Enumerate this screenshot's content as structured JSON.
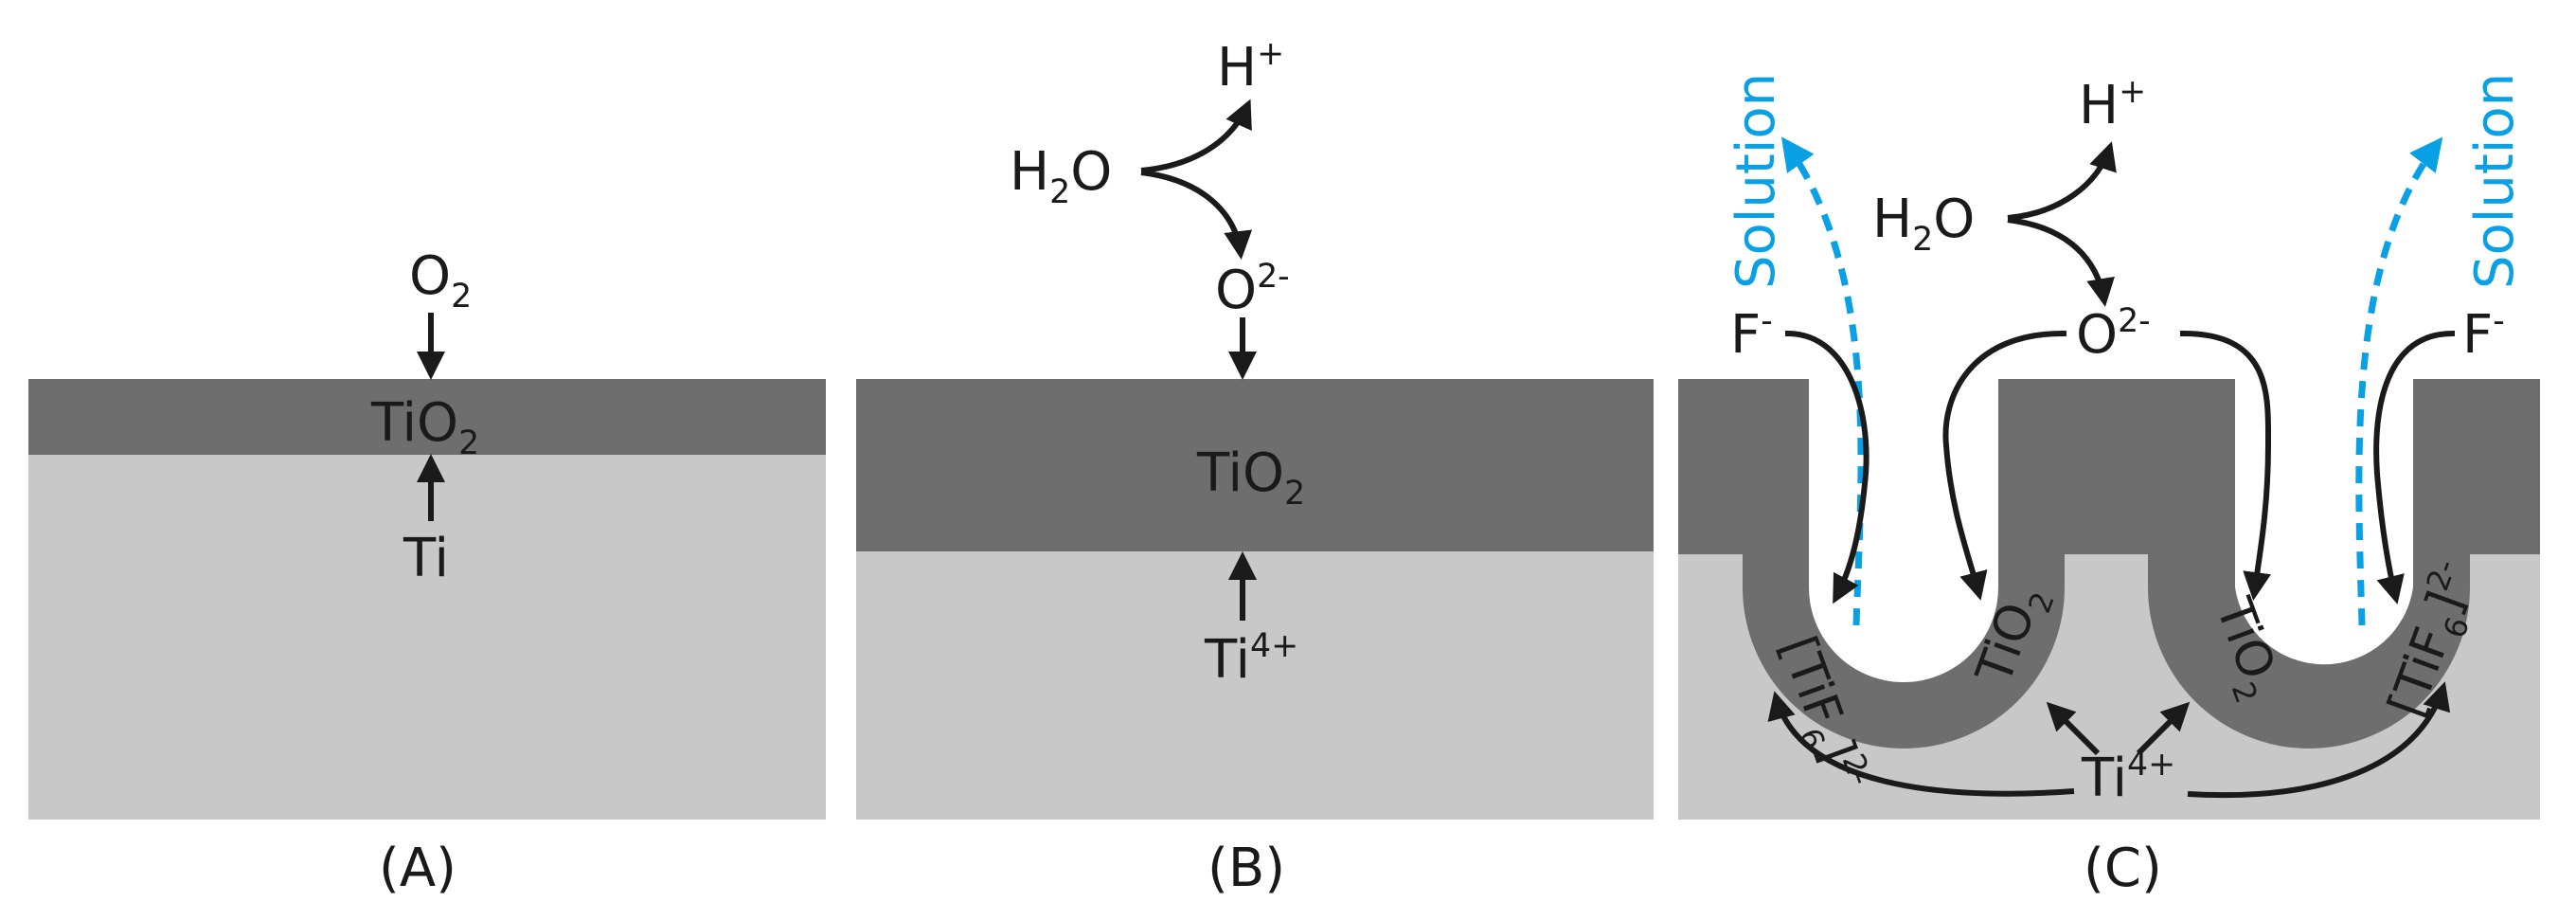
{
  "panels": {
    "a": {
      "caption": "(A)",
      "top": {
        "base": "O",
        "sub": "2"
      },
      "layer": {
        "base": "TiO",
        "sub": "2"
      },
      "bottom": "Ti"
    },
    "b": {
      "caption": "(B)",
      "h_plus": {
        "base": "H",
        "sup": "+"
      },
      "water": {
        "base1": "H",
        "sub": "2",
        "base2": "O"
      },
      "oxide_ion": {
        "base": "O",
        "sup": "2-"
      },
      "layer": {
        "base": "TiO",
        "sub": "2"
      },
      "ti_ion": {
        "base": "Ti",
        "sup": "4+"
      }
    },
    "c": {
      "caption": "(C)",
      "solution_left": "Solution",
      "solution_right": "Solution",
      "h_plus": {
        "base": "H",
        "sup": "+"
      },
      "water": {
        "base1": "H",
        "sub": "2",
        "base2": "O"
      },
      "oxide_ion": {
        "base": "O",
        "sup": "2-"
      },
      "fluoride_left": {
        "base": "F",
        "sup": "-"
      },
      "fluoride_right": {
        "base": "F",
        "sup": "-"
      },
      "tif6_left": {
        "open": "[TiF",
        "sub": "6",
        "close": "]",
        "sup": "2-"
      },
      "tif6_right": {
        "open": "[TiF",
        "sub": "6",
        "close": "]",
        "sup": "2-"
      },
      "tio2_left": {
        "base": "TiO",
        "sub": "2"
      },
      "tio2_right": {
        "base": "TiO",
        "sub": "2"
      },
      "ti_ion": {
        "base": "Ti",
        "sup": "4+"
      }
    }
  },
  "colors": {
    "oxide": "#6e6e6e",
    "metal": "#c8c8c8",
    "text": "#1a1a1a",
    "solution": "#0aa0e6"
  }
}
